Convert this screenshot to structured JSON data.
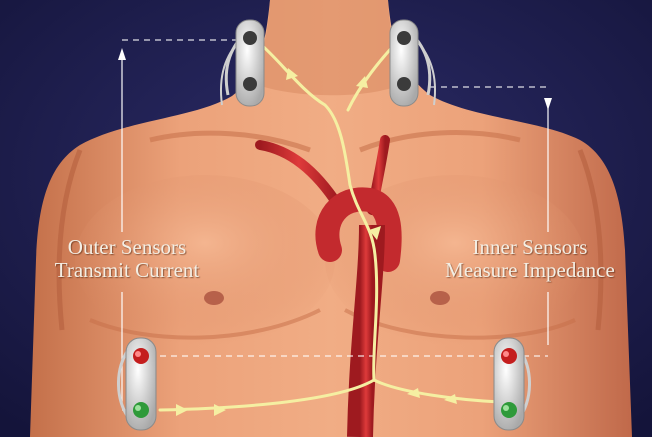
{
  "labels": {
    "outer": {
      "line1": "Outer Sensors",
      "line2": "Transmit Current"
    },
    "inner": {
      "line1": "Inner Sensors",
      "line2": "Measure Impedance"
    }
  },
  "colors": {
    "background": "#20204e",
    "skin": "#e79a6e",
    "artery": "#c9262c",
    "current_path": "#f4eea0",
    "dashed_line": "#ffffff",
    "sensor_pad": "#dcdcdc",
    "sensor_red": "#c41e1e",
    "sensor_green": "#2f9a3a"
  },
  "icons": {
    "neck_sensors": "sensor-pad-icon",
    "torso_sensors": "sensor-pad-icon"
  }
}
